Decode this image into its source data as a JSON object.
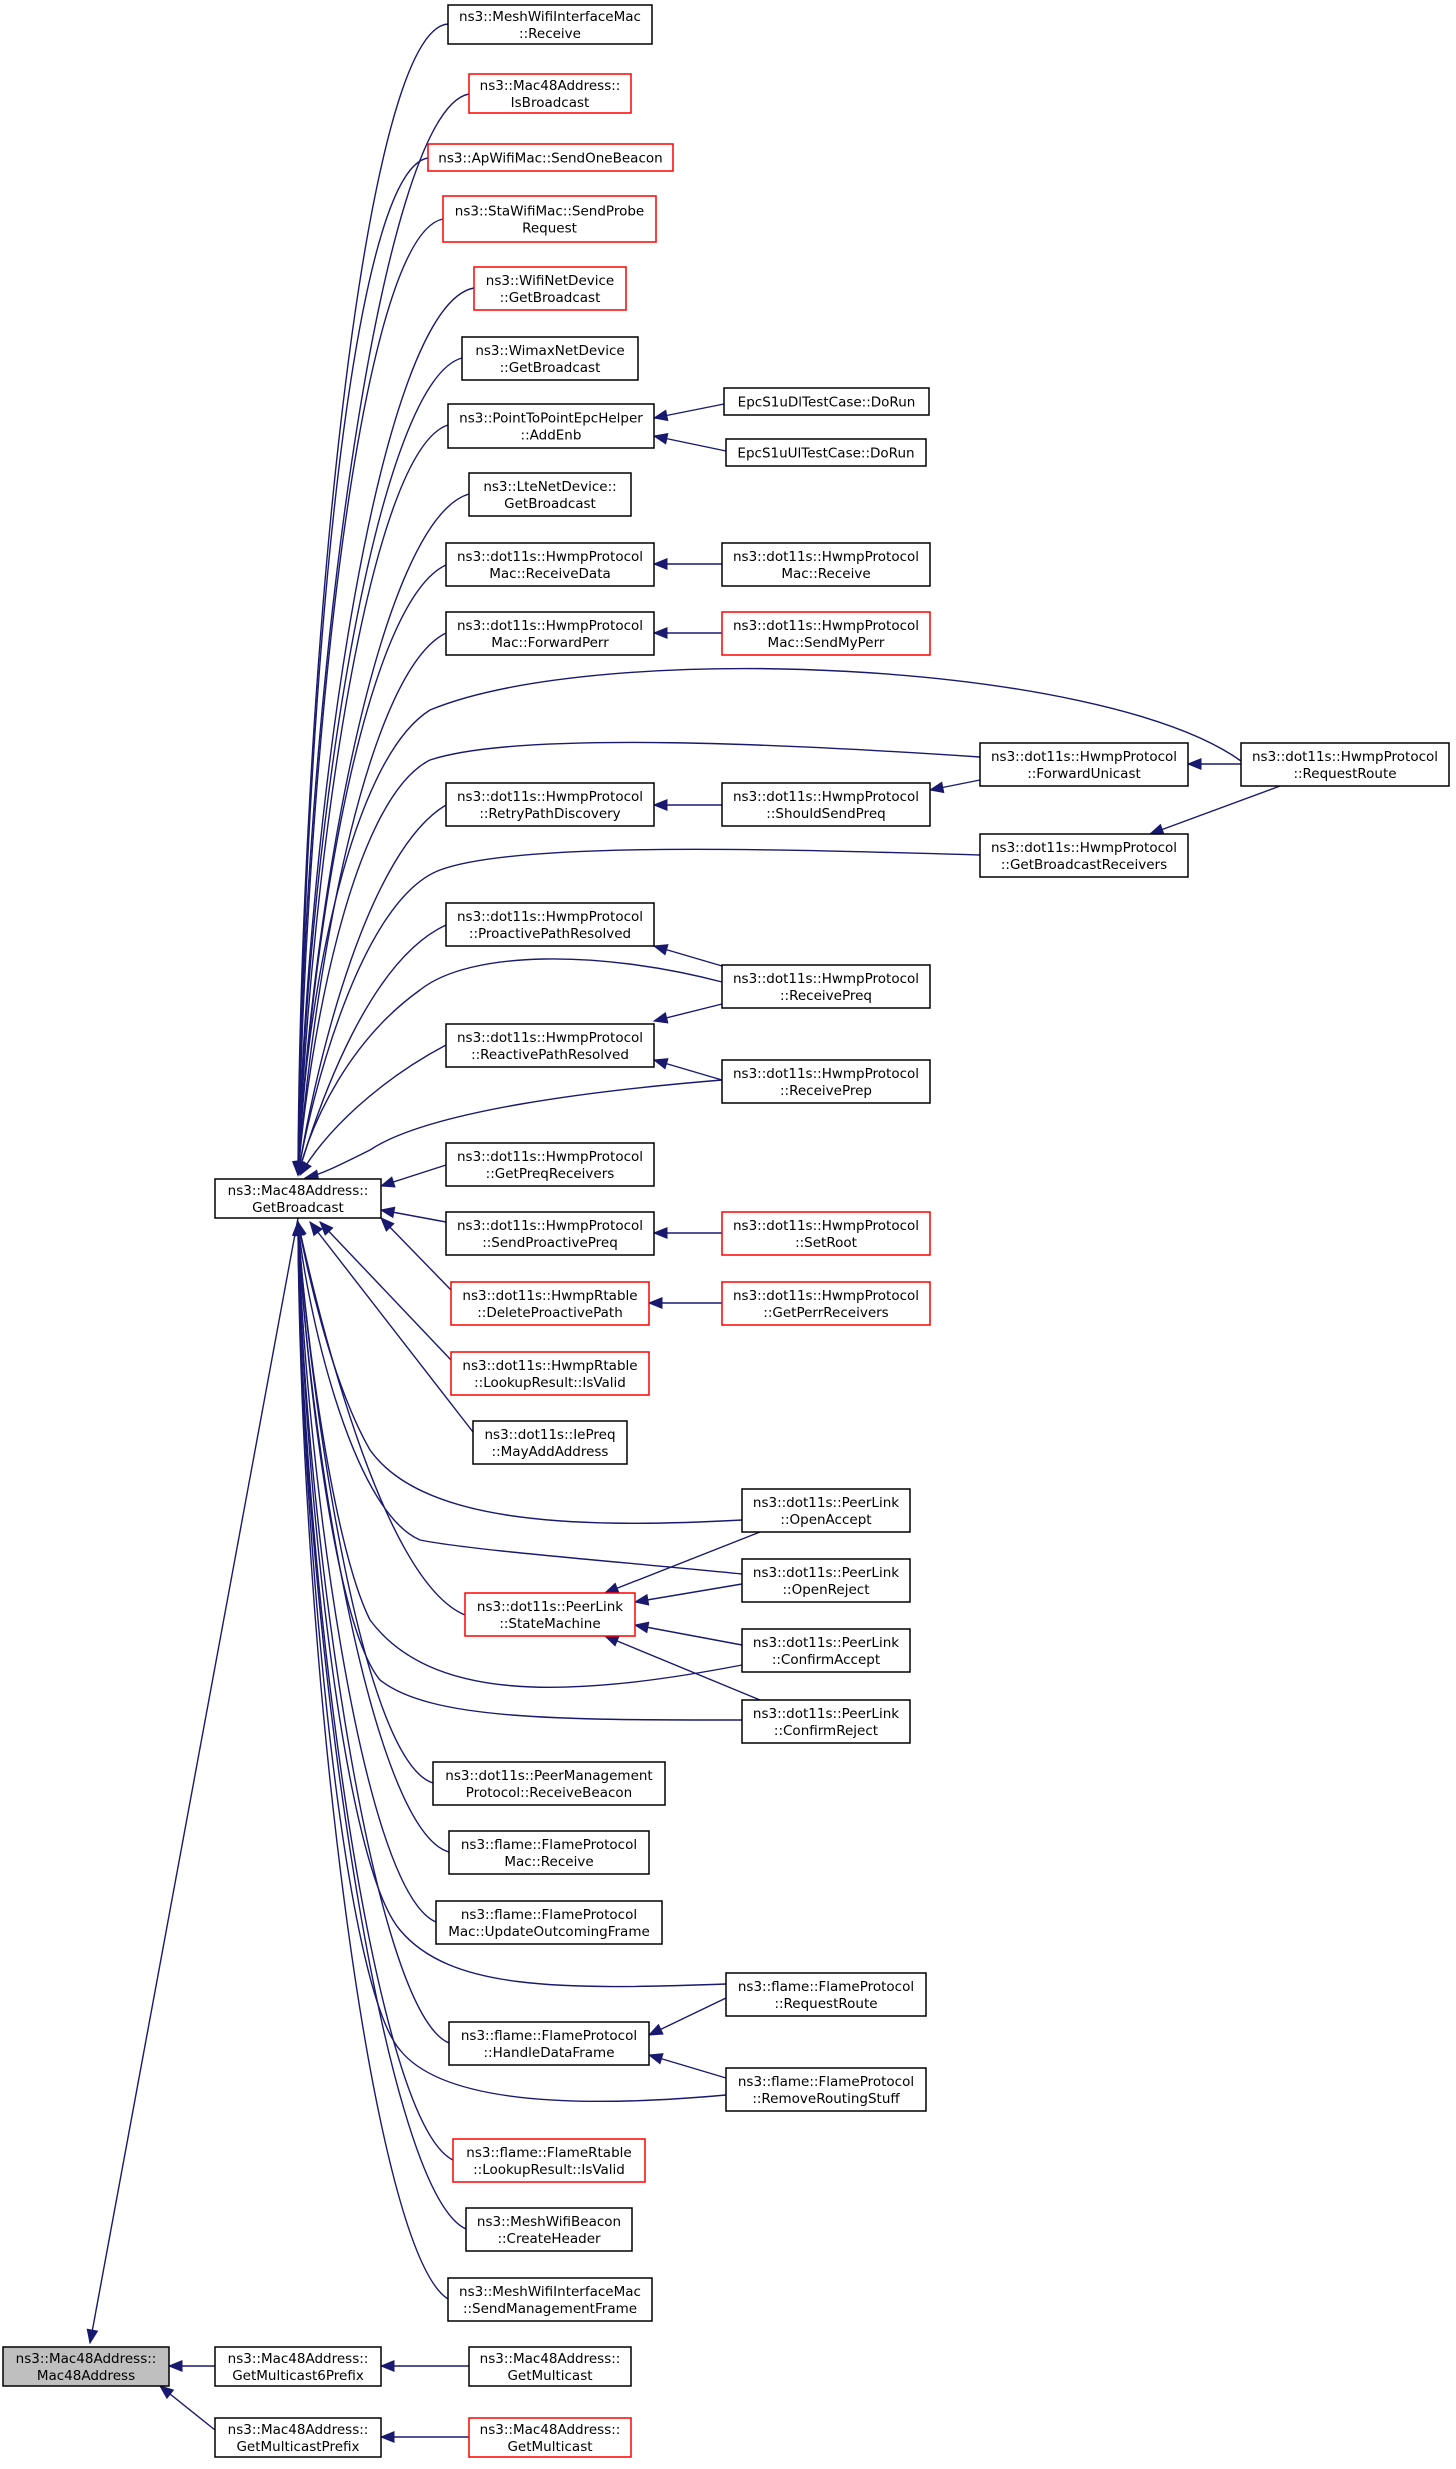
{
  "nodes": {
    "mac48-ctor": {
      "lines": [
        "ns3::Mac48Address::",
        "Mac48Address"
      ],
      "style": "root"
    },
    "get-broadcast": {
      "lines": [
        "ns3::Mac48Address::",
        "GetBroadcast"
      ],
      "style": "black"
    },
    "get-multicast6-prefix": {
      "lines": [
        "ns3::Mac48Address::",
        "GetMulticast6Prefix"
      ],
      "style": "black"
    },
    "get-multicast-prefix": {
      "lines": [
        "ns3::Mac48Address::",
        "GetMulticastPrefix"
      ],
      "style": "black"
    },
    "get-multicast-a": {
      "lines": [
        "ns3::Mac48Address::",
        "GetMulticast"
      ],
      "style": "black"
    },
    "get-multicast-b": {
      "lines": [
        "ns3::Mac48Address::",
        "GetMulticast"
      ],
      "style": "red"
    },
    "mesh-iface-receive": {
      "lines": [
        "ns3::MeshWifiInterfaceMac",
        "::Receive"
      ],
      "style": "black"
    },
    "is-broadcast": {
      "lines": [
        "ns3::Mac48Address::",
        "IsBroadcast"
      ],
      "style": "red"
    },
    "ap-send-beacon": {
      "lines": [
        "ns3::ApWifiMac::SendOneBeacon"
      ],
      "style": "red"
    },
    "sta-send-probe": {
      "lines": [
        "ns3::StaWifiMac::SendProbe",
        "Request"
      ],
      "style": "red"
    },
    "wifi-get-broadcast": {
      "lines": [
        "ns3::WifiNetDevice",
        "::GetBroadcast"
      ],
      "style": "red"
    },
    "wimax-get-broadcast": {
      "lines": [
        "ns3::WimaxNetDevice",
        "::GetBroadcast"
      ],
      "style": "black"
    },
    "p2p-add-enb": {
      "lines": [
        "ns3::PointToPointEpcHelper",
        "::AddEnb"
      ],
      "style": "black"
    },
    "epc-dl": {
      "lines": [
        "EpcS1uDlTestCase::DoRun"
      ],
      "style": "black"
    },
    "epc-ul": {
      "lines": [
        "EpcS1uUlTestCase::DoRun"
      ],
      "style": "black"
    },
    "lte-get-broadcast": {
      "lines": [
        "ns3::LteNetDevice::",
        "GetBroadcast"
      ],
      "style": "black"
    },
    "hwmp-mac-receive-data": {
      "lines": [
        "ns3::dot11s::HwmpProtocol",
        "Mac::ReceiveData"
      ],
      "style": "black"
    },
    "hwmp-mac-receive": {
      "lines": [
        "ns3::dot11s::HwmpProtocol",
        "Mac::Receive"
      ],
      "style": "black"
    },
    "hwmp-mac-forward-perr": {
      "lines": [
        "ns3::dot11s::HwmpProtocol",
        "Mac::ForwardPerr"
      ],
      "style": "black"
    },
    "hwmp-mac-send-my-perr": {
      "lines": [
        "ns3::dot11s::HwmpProtocol",
        "Mac::SendMyPerr"
      ],
      "style": "red"
    },
    "hwmp-forward-unicast": {
      "lines": [
        "ns3::dot11s::HwmpProtocol",
        "::ForwardUnicast"
      ],
      "style": "black"
    },
    "hwmp-request-route": {
      "lines": [
        "ns3::dot11s::HwmpProtocol",
        "::RequestRoute"
      ],
      "style": "black"
    },
    "hwmp-retry-path": {
      "lines": [
        "ns3::dot11s::HwmpProtocol",
        "::RetryPathDiscovery"
      ],
      "style": "black"
    },
    "hwmp-should-send-preq": {
      "lines": [
        "ns3::dot11s::HwmpProtocol",
        "::ShouldSendPreq"
      ],
      "style": "black"
    },
    "hwmp-get-bcast-receivers": {
      "lines": [
        "ns3::dot11s::HwmpProtocol",
        "::GetBroadcastReceivers"
      ],
      "style": "black"
    },
    "hwmp-proactive-resolved": {
      "lines": [
        "ns3::dot11s::HwmpProtocol",
        "::ProactivePathResolved"
      ],
      "style": "black"
    },
    "hwmp-receive-preq": {
      "lines": [
        "ns3::dot11s::HwmpProtocol",
        "::ReceivePreq"
      ],
      "style": "black"
    },
    "hwmp-reactive-resolved": {
      "lines": [
        "ns3::dot11s::HwmpProtocol",
        "::ReactivePathResolved"
      ],
      "style": "black"
    },
    "hwmp-receive-prep": {
      "lines": [
        "ns3::dot11s::HwmpProtocol",
        "::ReceivePrep"
      ],
      "style": "black"
    },
    "hwmp-get-preq-receivers": {
      "lines": [
        "ns3::dot11s::HwmpProtocol",
        "::GetPreqReceivers"
      ],
      "style": "black"
    },
    "hwmp-send-proactive-preq": {
      "lines": [
        "ns3::dot11s::HwmpProtocol",
        "::SendProactivePreq"
      ],
      "style": "black"
    },
    "hwmp-set-root": {
      "lines": [
        "ns3::dot11s::HwmpProtocol",
        "::SetRoot"
      ],
      "style": "red"
    },
    "hwmp-rtable-delete": {
      "lines": [
        "ns3::dot11s::HwmpRtable",
        "::DeleteProactivePath"
      ],
      "style": "red"
    },
    "hwmp-get-perr-receivers": {
      "lines": [
        "ns3::dot11s::HwmpProtocol",
        "::GetPerrReceivers"
      ],
      "style": "red"
    },
    "hwmp-rtable-isvalid": {
      "lines": [
        "ns3::dot11s::HwmpRtable",
        "::LookupResult::IsValid"
      ],
      "style": "red"
    },
    "ie-preq-may-add": {
      "lines": [
        "ns3::dot11s::IePreq",
        "::MayAddAddress"
      ],
      "style": "black"
    },
    "peer-open-accept": {
      "lines": [
        "ns3::dot11s::PeerLink",
        "::OpenAccept"
      ],
      "style": "black"
    },
    "peer-open-reject": {
      "lines": [
        "ns3::dot11s::PeerLink",
        "::OpenReject"
      ],
      "style": "black"
    },
    "peer-state-machine": {
      "lines": [
        "ns3::dot11s::PeerLink",
        "::StateMachine"
      ],
      "style": "red"
    },
    "peer-confirm-accept": {
      "lines": [
        "ns3::dot11s::PeerLink",
        "::ConfirmAccept"
      ],
      "style": "black"
    },
    "peer-confirm-reject": {
      "lines": [
        "ns3::dot11s::PeerLink",
        "::ConfirmReject"
      ],
      "style": "black"
    },
    "peer-mgmt-receive-beacon": {
      "lines": [
        "ns3::dot11s::PeerManagement",
        "Protocol::ReceiveBeacon"
      ],
      "style": "black"
    },
    "flame-mac-receive": {
      "lines": [
        "ns3::flame::FlameProtocol",
        "Mac::Receive"
      ],
      "style": "black"
    },
    "flame-mac-update-frame": {
      "lines": [
        "ns3::flame::FlameProtocol",
        "Mac::UpdateOutcomingFrame"
      ],
      "style": "black"
    },
    "flame-request-route": {
      "lines": [
        "ns3::flame::FlameProtocol",
        "::RequestRoute"
      ],
      "style": "black"
    },
    "flame-handle-data": {
      "lines": [
        "ns3::flame::FlameProtocol",
        "::HandleDataFrame"
      ],
      "style": "black"
    },
    "flame-remove-routing": {
      "lines": [
        "ns3::flame::FlameProtocol",
        "::RemoveRoutingStuff"
      ],
      "style": "black"
    },
    "flame-rtable-isvalid": {
      "lines": [
        "ns3::flame::FlameRtable",
        "::LookupResult::IsValid"
      ],
      "style": "red"
    },
    "mesh-beacon-create-header": {
      "lines": [
        "ns3::MeshWifiBeacon",
        "::CreateHeader"
      ],
      "style": "black"
    },
    "mesh-iface-send-mgmt": {
      "lines": [
        "ns3::MeshWifiInterfaceMac",
        "::SendManagementFrame"
      ],
      "style": "black"
    }
  },
  "edges": [
    {
      "caller": "get-broadcast",
      "callee": "mac48-ctor"
    },
    {
      "caller": "get-multicast6-prefix",
      "callee": "mac48-ctor"
    },
    {
      "caller": "get-multicast-prefix",
      "callee": "mac48-ctor"
    },
    {
      "caller": "get-multicast-a",
      "callee": "get-multicast6-prefix"
    },
    {
      "caller": "get-multicast-b",
      "callee": "get-multicast-prefix"
    },
    {
      "caller": "mesh-iface-receive",
      "callee": "get-broadcast"
    },
    {
      "caller": "is-broadcast",
      "callee": "get-broadcast"
    },
    {
      "caller": "ap-send-beacon",
      "callee": "get-broadcast"
    },
    {
      "caller": "sta-send-probe",
      "callee": "get-broadcast"
    },
    {
      "caller": "wifi-get-broadcast",
      "callee": "get-broadcast"
    },
    {
      "caller": "wimax-get-broadcast",
      "callee": "get-broadcast"
    },
    {
      "caller": "p2p-add-enb",
      "callee": "get-broadcast"
    },
    {
      "caller": "epc-dl",
      "callee": "p2p-add-enb"
    },
    {
      "caller": "epc-ul",
      "callee": "p2p-add-enb"
    },
    {
      "caller": "lte-get-broadcast",
      "callee": "get-broadcast"
    },
    {
      "caller": "hwmp-mac-receive-data",
      "callee": "get-broadcast"
    },
    {
      "caller": "hwmp-mac-receive",
      "callee": "hwmp-mac-receive-data"
    },
    {
      "caller": "hwmp-mac-forward-perr",
      "callee": "get-broadcast"
    },
    {
      "caller": "hwmp-mac-send-my-perr",
      "callee": "hwmp-mac-forward-perr"
    },
    {
      "caller": "hwmp-request-route",
      "callee": "get-broadcast"
    },
    {
      "caller": "hwmp-forward-unicast",
      "callee": "get-broadcast"
    },
    {
      "caller": "hwmp-request-route",
      "callee": "hwmp-forward-unicast"
    },
    {
      "caller": "hwmp-retry-path",
      "callee": "get-broadcast"
    },
    {
      "caller": "hwmp-should-send-preq",
      "callee": "hwmp-retry-path"
    },
    {
      "caller": "hwmp-forward-unicast",
      "callee": "hwmp-should-send-preq"
    },
    {
      "caller": "hwmp-get-bcast-receivers",
      "callee": "get-broadcast"
    },
    {
      "caller": "hwmp-request-route",
      "callee": "hwmp-get-bcast-receivers"
    },
    {
      "caller": "hwmp-proactive-resolved",
      "callee": "get-broadcast"
    },
    {
      "caller": "hwmp-receive-preq",
      "callee": "hwmp-proactive-resolved"
    },
    {
      "caller": "hwmp-receive-preq",
      "callee": "get-broadcast"
    },
    {
      "caller": "hwmp-reactive-resolved",
      "callee": "get-broadcast"
    },
    {
      "caller": "hwmp-receive-preq",
      "callee": "hwmp-reactive-resolved"
    },
    {
      "caller": "hwmp-receive-prep",
      "callee": "hwmp-reactive-resolved"
    },
    {
      "caller": "hwmp-receive-prep",
      "callee": "get-broadcast"
    },
    {
      "caller": "hwmp-get-preq-receivers",
      "callee": "get-broadcast"
    },
    {
      "caller": "hwmp-send-proactive-preq",
      "callee": "get-broadcast"
    },
    {
      "caller": "hwmp-set-root",
      "callee": "hwmp-send-proactive-preq"
    },
    {
      "caller": "hwmp-rtable-delete",
      "callee": "get-broadcast"
    },
    {
      "caller": "hwmp-get-perr-receivers",
      "callee": "hwmp-rtable-delete"
    },
    {
      "caller": "hwmp-rtable-isvalid",
      "callee": "get-broadcast"
    },
    {
      "caller": "ie-preq-may-add",
      "callee": "get-broadcast"
    },
    {
      "caller": "peer-open-accept",
      "callee": "get-broadcast"
    },
    {
      "caller": "peer-open-reject",
      "callee": "get-broadcast"
    },
    {
      "caller": "peer-state-machine",
      "callee": "get-broadcast"
    },
    {
      "caller": "peer-open-accept",
      "callee": "peer-state-machine"
    },
    {
      "caller": "peer-open-reject",
      "callee": "peer-state-machine"
    },
    {
      "caller": "peer-confirm-accept",
      "callee": "peer-state-machine"
    },
    {
      "caller": "peer-confirm-reject",
      "callee": "peer-state-machine"
    },
    {
      "caller": "peer-confirm-accept",
      "callee": "get-broadcast"
    },
    {
      "caller": "peer-confirm-reject",
      "callee": "get-broadcast"
    },
    {
      "caller": "peer-mgmt-receive-beacon",
      "callee": "get-broadcast"
    },
    {
      "caller": "flame-mac-receive",
      "callee": "get-broadcast"
    },
    {
      "caller": "flame-mac-update-frame",
      "callee": "get-broadcast"
    },
    {
      "caller": "flame-request-route",
      "callee": "get-broadcast"
    },
    {
      "caller": "flame-handle-data",
      "callee": "get-broadcast"
    },
    {
      "caller": "flame-request-route",
      "callee": "flame-handle-data"
    },
    {
      "caller": "flame-remove-routing",
      "callee": "flame-handle-data"
    },
    {
      "caller": "flame-remove-routing",
      "callee": "get-broadcast"
    },
    {
      "caller": "flame-rtable-isvalid",
      "callee": "get-broadcast"
    },
    {
      "caller": "mesh-beacon-create-header",
      "callee": "get-broadcast"
    },
    {
      "caller": "mesh-iface-send-mgmt",
      "callee": "get-broadcast"
    }
  ],
  "colors": {
    "edge": "#191970",
    "node_border": "#000000",
    "node_border_highlight": "#ff0000",
    "root_fill": "#bfbfbf",
    "background": "#ffffff"
  }
}
